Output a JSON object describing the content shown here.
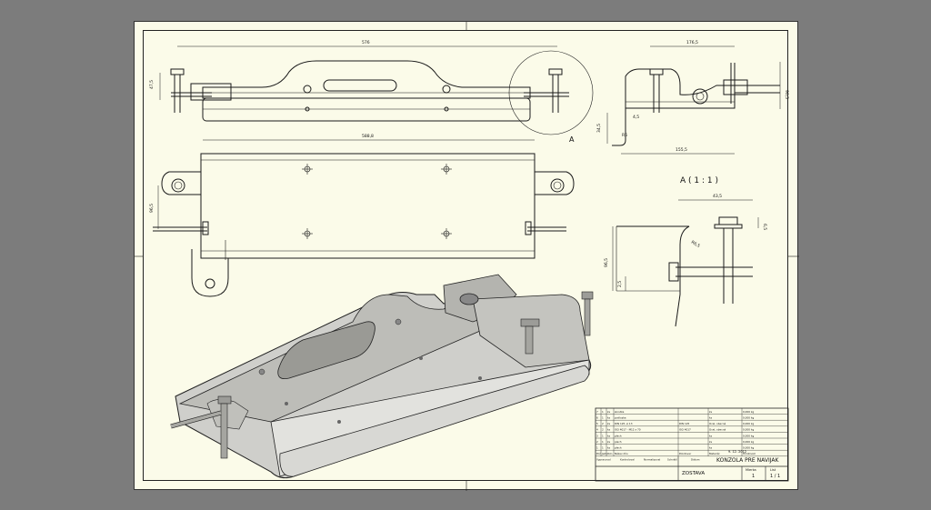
{
  "drawing": {
    "top_view_dims": {
      "overall_width": "576",
      "left_height": "47,5",
      "inner_length": "588,8",
      "side_height": "96,5"
    },
    "side_view_dims": {
      "top": "176,5",
      "right_height": "90,5",
      "left": "34,5",
      "bottom": "155,5",
      "small_a": "4,5",
      "small_b": "R6"
    },
    "detail_callout": "A",
    "detail_title": "A ( 1 : 1 )",
    "detail_dims": {
      "top": "43,5",
      "right": "6,5",
      "left": "96,5",
      "small": "2,5",
      "radius": "R6,5"
    }
  },
  "title_block": {
    "parts_rows": [
      [
        "7",
        "1",
        "ks",
        "skrutka",
        "",
        "ks",
        "0,000 kg"
      ],
      [
        "6",
        "1",
        "ks",
        "podlozka",
        "",
        "ks",
        "0,000 kg"
      ],
      [
        "5",
        "2",
        "ks",
        "DIN 125 -A 13",
        "DIN 125",
        "Ocel, obecná",
        "0,000 kg"
      ],
      [
        "4",
        "2",
        "ks",
        "ISO 4017 - M12 x 70",
        "ISO 4017",
        "Ocel, obecná",
        "0,000 kg"
      ],
      [
        "3",
        "1",
        "ks",
        "plech",
        "",
        "ks",
        "0,000 kg"
      ],
      [
        "2",
        "1",
        "ks",
        "plech",
        "",
        "ks",
        "0,000 kg"
      ],
      [
        "1",
        "1",
        "ks",
        "plech",
        "",
        "ks",
        "0,000 kg"
      ]
    ],
    "header_row": [
      "Poč.",
      "Jedn.",
      "Ozn.",
      "Název dílu",
      "Polotovar",
      "Materiál",
      "Hmotnost"
    ],
    "sign_row": [
      "Vypracoval",
      "Kontroloval",
      "Normalizoval",
      "Schválil",
      "Dátum"
    ],
    "date": "9. 12. 2012",
    "title": "KONZOLA PRE NAVIJAK",
    "subtitle": "ZOSTAVA",
    "scale_label": "Mierka",
    "scale": "1",
    "sheet_label": "List",
    "sheet": "1 / 1"
  }
}
